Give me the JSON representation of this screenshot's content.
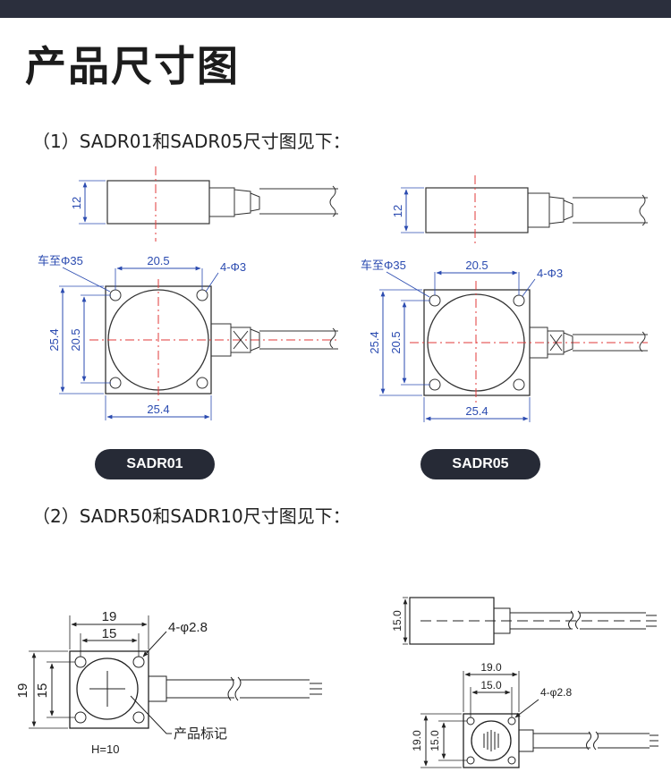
{
  "page": {
    "title": "产品尺寸图",
    "section1_caption": "（1）SADR01和SADR05尺寸图见下：",
    "section2_caption": "（2）SADR50和SADR10尺寸图见下："
  },
  "drawing1": {
    "height_dim": "12",
    "chamfer_label": "车至Φ35",
    "hole_label": "4-Φ3",
    "hole_spacing": "20.5",
    "side_spacing": "20.5",
    "overall_height": "25.4",
    "overall_width": "25.4",
    "model_badge": "SADR01"
  },
  "drawing2": {
    "height_dim": "12",
    "chamfer_label": "车至Φ35",
    "hole_label": "4-Φ3",
    "hole_spacing": "20.5",
    "side_spacing": "20.5",
    "overall_height": "25.4",
    "overall_width": "25.4",
    "model_badge": "SADR05"
  },
  "drawing3": {
    "outer_width": "19",
    "inner_width": "15",
    "hole_label": "4-φ2.8",
    "outer_height": "19",
    "inner_height": "15",
    "product_mark_label": "产品标记",
    "thickness": "H=10"
  },
  "drawing4": {
    "side_height": "15.0",
    "outer_width": "19.0",
    "inner_width": "15.0",
    "hole_label": "4-φ2.8",
    "outer_height": "19.0",
    "inner_height": "15.0"
  },
  "colors": {
    "badge_bg": "#262a36",
    "dimension": "#2b4bb0",
    "center_line": "#e23a3a",
    "topbar": "#2b2f3d"
  }
}
